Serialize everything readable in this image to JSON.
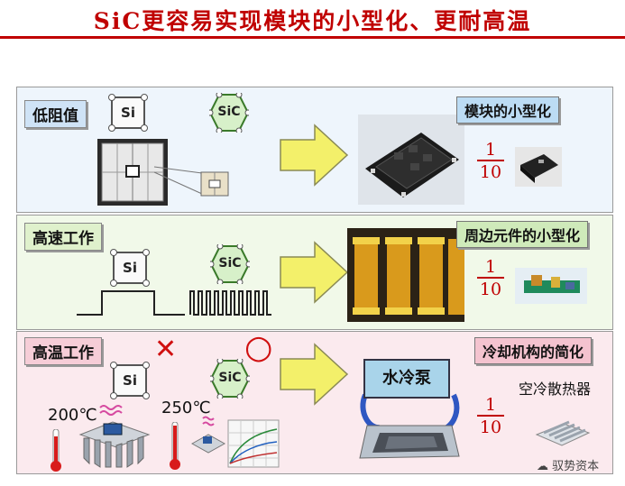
{
  "title": "SiC更容易实现模块的小型化、更耐高温",
  "rows": [
    {
      "label": "低阻值",
      "right_label": "模块的小型化",
      "fraction": {
        "num": "1",
        "den": "10"
      }
    },
    {
      "label": "高速工作",
      "right_label": "周边元件的小型化",
      "fraction": {
        "num": "1",
        "den": "10"
      }
    },
    {
      "label": "高温工作",
      "right_label": "冷却机构的简化",
      "fraction": {
        "num": "1",
        "den": "10"
      }
    }
  ],
  "chips": {
    "si": "Si",
    "sic": "SiC"
  },
  "temps": {
    "si": "200℃",
    "sic": "250℃"
  },
  "pump_label": "水冷泵",
  "air_cooling_label": "空冷散热器",
  "watermark": "驭势资本",
  "marks": {
    "si_mark": "✕",
    "sic_mark": "○"
  }
}
